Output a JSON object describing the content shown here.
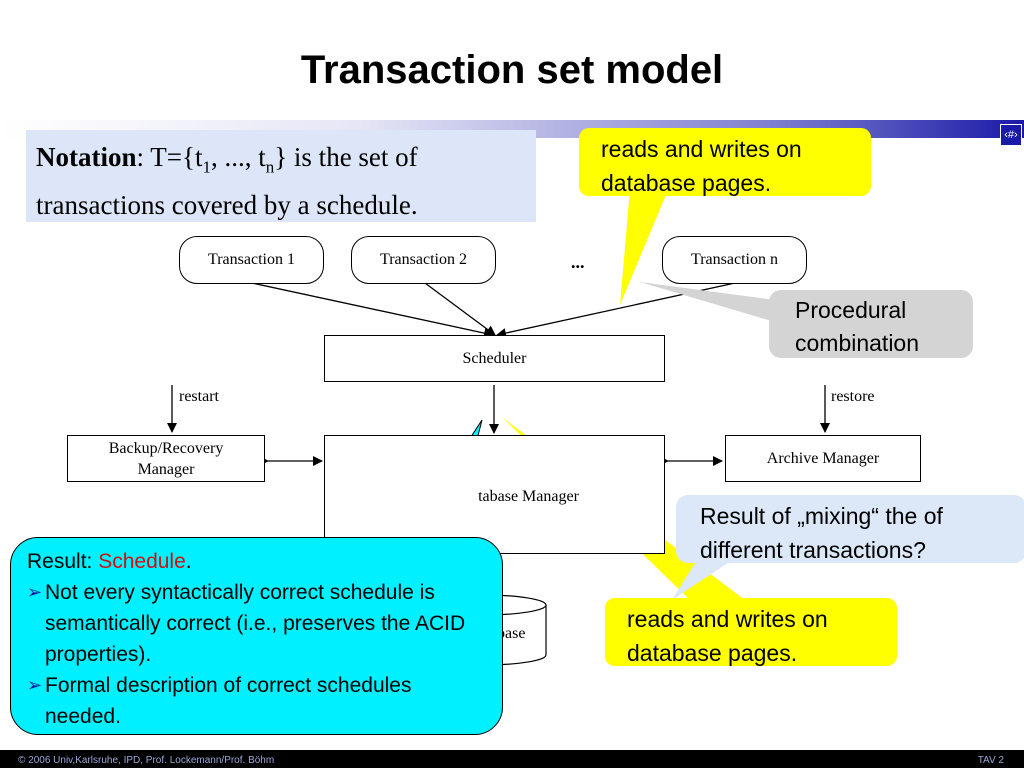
{
  "title": "Transaction set model",
  "page_number": "‹#›",
  "notation": {
    "label": "Notation",
    "text_a": ": T={t",
    "sub_1": "1",
    "text_b": ", ..., t",
    "sub_n": "n",
    "text_c": "} is the set of transactions covered by a schedule."
  },
  "nodes": {
    "t1": "Transaction 1",
    "t2": "Transaction 2",
    "ellipsis": "...",
    "tn": "Transaction n",
    "scheduler": "Scheduler",
    "backup": "Backup/Recovery Manager",
    "dbm": "tabase Manager",
    "archive": "Archive Manager",
    "db": "base"
  },
  "labels": {
    "restart": "restart",
    "restore": "restore"
  },
  "callouts": {
    "top_yellow": "reads and writes on database pages.",
    "procedural": "Procedural combination",
    "mixing": "Result of „mixing“ the of different transactions?",
    "bottom_yellow": "reads and writes on database pages."
  },
  "result_box": {
    "prefix": "Result: ",
    "highlight": "Schedule",
    "suffix": ".",
    "bullets": [
      "Not every syntactically correct schedule is semantically correct (i.e., preserves the ACID properties).",
      "Formal description of correct schedules needed."
    ]
  },
  "footer": {
    "left": "© 2006 Univ,Karlsruhe, IPD, Prof. Lockemann/Prof. Böhm",
    "right": "TAV 2"
  },
  "colors": {
    "yellow": "#ffff00",
    "cyan": "#00f0ff",
    "light_blue": "#dce8f8",
    "gray": "#d4d4d4",
    "red": "#d01010"
  }
}
